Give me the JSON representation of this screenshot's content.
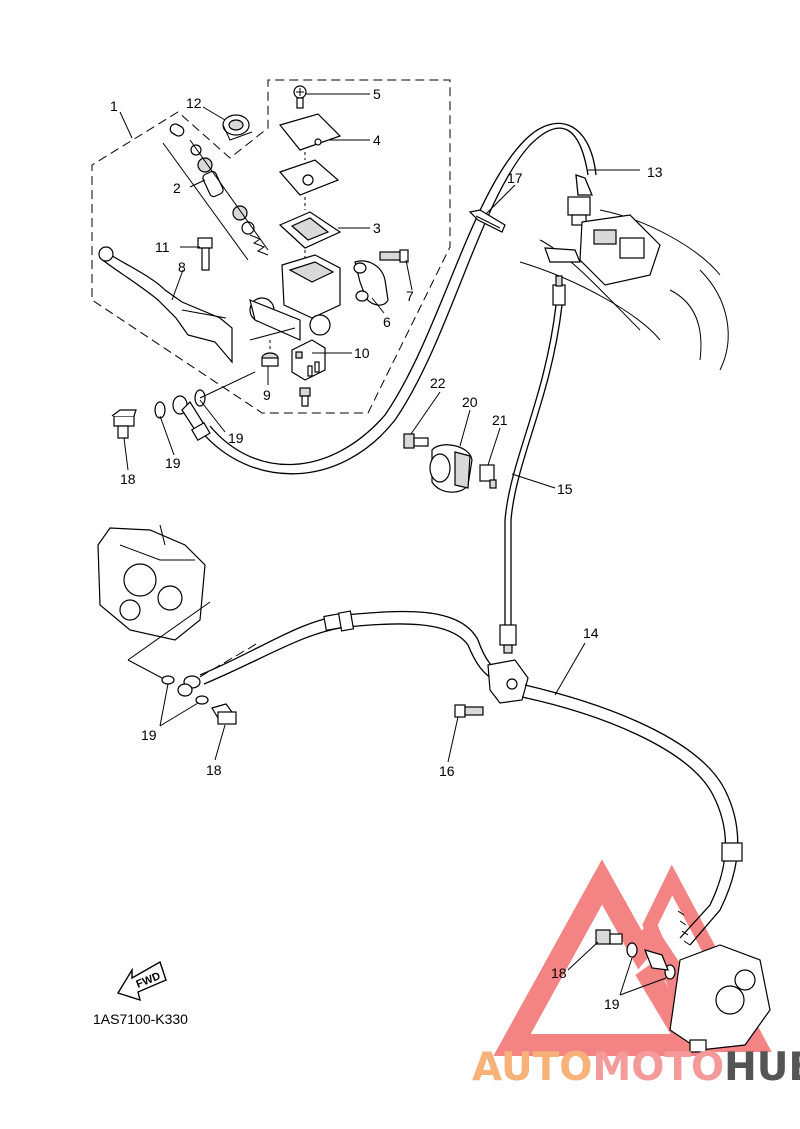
{
  "diagram_code": "1AS7100-K330",
  "fwd_label": "FWD",
  "watermark": {
    "auto": "AUTO",
    "moto": "MOTO",
    "hub": "HUB",
    "colors": {
      "auto": "#f7b27a",
      "moto": "#f49a9a",
      "hub": "#555555",
      "logo": "#f15a5a"
    }
  },
  "callouts": [
    {
      "id": "c1",
      "label": "1"
    },
    {
      "id": "c12",
      "label": "12"
    },
    {
      "id": "c5",
      "label": "5"
    },
    {
      "id": "c4",
      "label": "4"
    },
    {
      "id": "c2",
      "label": "2"
    },
    {
      "id": "c3",
      "label": "3"
    },
    {
      "id": "c11",
      "label": "11"
    },
    {
      "id": "c8",
      "label": "8"
    },
    {
      "id": "c7",
      "label": "7"
    },
    {
      "id": "c6",
      "label": "6"
    },
    {
      "id": "c10",
      "label": "10"
    },
    {
      "id": "c9",
      "label": "9"
    },
    {
      "id": "c19a",
      "label": "19"
    },
    {
      "id": "c18a",
      "label": "18"
    },
    {
      "id": "c19b",
      "label": "19"
    },
    {
      "id": "c13",
      "label": "13"
    },
    {
      "id": "c17",
      "label": "17"
    },
    {
      "id": "c22",
      "label": "22"
    },
    {
      "id": "c20",
      "label": "20"
    },
    {
      "id": "c21",
      "label": "21"
    },
    {
      "id": "c15",
      "label": "15"
    },
    {
      "id": "c14",
      "label": "14"
    },
    {
      "id": "c19c",
      "label": "19"
    },
    {
      "id": "c18b",
      "label": "18"
    },
    {
      "id": "c16",
      "label": "16"
    },
    {
      "id": "c18c",
      "label": "18"
    },
    {
      "id": "c19d",
      "label": "19"
    }
  ]
}
